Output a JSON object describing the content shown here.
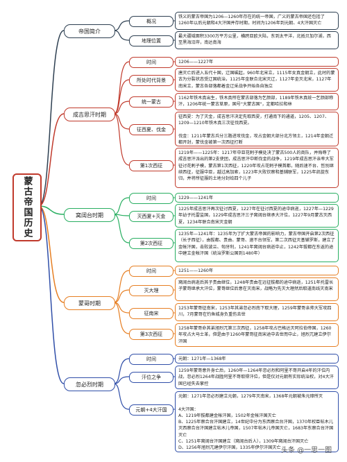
{
  "root": {
    "label": "蒙古帝国历史"
  },
  "sections": [
    {
      "label": "帝国简介",
      "color": "#2c3e50",
      "items": [
        {
          "label": "概况",
          "text": "铁义的蒙古帝国为1206—1260年存在的统一帝国，广义的蒙古帝国还包括了1260年以后元朝和4大汗国并存时期，时间为1206年到元朝、4大汗国灭亡"
        },
        {
          "label": "地理位置",
          "text": "最大疆域面积3300万平方公里，横跨亚欧大陆，东到太平洋，北抵贝加尔湖，西至黑海沿岸，南达南海"
        }
      ]
    },
    {
      "label": "成吉思汗时期",
      "color": "#c0392b",
      "items": [
        {
          "label": "时间",
          "text": "1206——1227年"
        },
        {
          "label": "所处时代背景",
          "text": "唐灭亡后进入五代十国，辽国崛起，960年北宋立，1115年女真金朝立，此时的蒙古为分裂状态受辽国统治，1125年金联合北宋灭辽，1127年金灭北宋，1127年南宋立，蒙古各部落都着金辽采战争开始各自独立"
        },
        {
          "label": "统一蒙古",
          "text": "1162年铁木真出生，铁木真所在蒙古部落为乞颜部，1189年铁木真统一乞颜部称汗，1206年统一蒙古草原，国号\"大蒙古国\"，定都哈拉和林"
        },
        {
          "label": "征西夏、伐金",
          "text": "征西夏：为了灭金，成吉思汗决定先取西夏，打通南下的通道，1205、1207、1209—1210年铁木真三次征伐西夏。\n\n伐金：1211年蒙古兵分三路进攻伐金，攻占金朝大部分北方领土，1214年金朝迁都开封，蒙伐金被第一次西征打断"
        },
        {
          "label": "第1次西征",
          "text": "1219年——1225年：1217年中亚花剌子模处决了蒙古500人的商队，并侮辱了成吉思汗派出的第2支使团，成吉思汗中断伐金的战争，1219年成吉思汗亲率大军征讨花剌子模，蒙古第1次西征，1220年攻占花剌子模首都，随后速不台、哲别继续西征，征服中亚，越过高加索，1223年大败钦察和基辅联军，1225年凯旋东归，并将所征服的土地分封给四个儿子"
        }
      ]
    },
    {
      "label": "窝阔台时期",
      "color": "#27ae60",
      "items": [
        {
          "label": "时间",
          "text": "1229——1241年"
        },
        {
          "label": "灭西夏+灭金",
          "text": "1225年成吉思汗再次征讨西夏，1227年在征讨西夏的途中病逝，1227年—1229年幼子托雷监国，1229年成吉思汗三子窝阔台继承大汗位，1227年9月蒙古灭西夏，1234年联合南宋灭金朝"
        },
        {
          "label": "第2次西征",
          "text": "1235年—1241年：1235年为了扩大蒙古帝国的影响力，蒙古帝国开启第2次西征（长子西征），由拔都、贵由、蒙哥、速不台领军，第二次西征灭基辅罗斯，建立了金帐汗国，击败波兰、匈牙利，1241年窝阔台病逝中止，1242年拔都在东返的途中建立金帐汗国（统治罗斯公国到1480年）"
        }
      ]
    },
    {
      "label": "蒙哥时期",
      "color": "#e67e22",
      "items": [
        {
          "label": "时间",
          "text": "1251——1260年"
        },
        {
          "label": "灭大理",
          "text": "窝阔台病逝后其子贵由继位，1248年贵由在远征拔都的途中病逝，1251年托雷长子蒙哥继承大汗位，蒙哥继位后意在灭南宋，战略为先灭大理然后取道南线灭南宋"
        },
        {
          "label": "征南宋",
          "text": "1253年蒙哥征南宋，1253年其弟忽必烈南下取大理，1259年蒙哥亲帅大军攻四川，7月蒙哥在钓鱼城身负重伤去世"
        },
        {
          "label": "第3次西征",
          "text": "1258年蒙哥命其弟旭烈兀第三次西征，1258年攻占巴格达灭阿拉伯帝国，1260年攻占大马士革，但是由于1260年蒙哥征南宋途中去世而中止，旭烈兀建立伊尔汗国"
        }
      ]
    },
    {
      "label": "忽必烈时期",
      "color": "#2f4ea8",
      "items": [
        {
          "label": "时间",
          "text": "元朝：1271年—1368年"
        },
        {
          "label": "汗位之争",
          "text": "1259年蒙哥意外身亡后，1260年—1264年忽必烈和阿里不哥开启4年的汗位内战，忽必烈1264年战胜阿里不哥取得汗位，但是仅对元朝有实际统治权，对4大汗国已经失去掌控"
        },
        {
          "label": "元朝+4大汗国",
          "text": "元朝：1271年忽必烈建立元朝，1279年灭南宋，1368年元朝被朱元璋所灭\n\n4大汗国：\nA、1219年拔都建金帐汗国，1502年金帐汗国灭亡\nB、1225年察合台汗国建立，14世纪中分为东西察合台汗国，1370年权臣帖木儿灭西察合台汗国建立帖木儿帝国，1507年帖木儿帝国灭亡，1683年东察合台汗国灭亡\nC、1251年窝阔台汗国建立（窝阔台后人），1309年窝阔台汗国灭亡\nD、1256年旭烈兀建伊尔汗国，1335年伊尔汗国灭亡"
        }
      ]
    }
  ],
  "watermark": "头条 @一思一图"
}
